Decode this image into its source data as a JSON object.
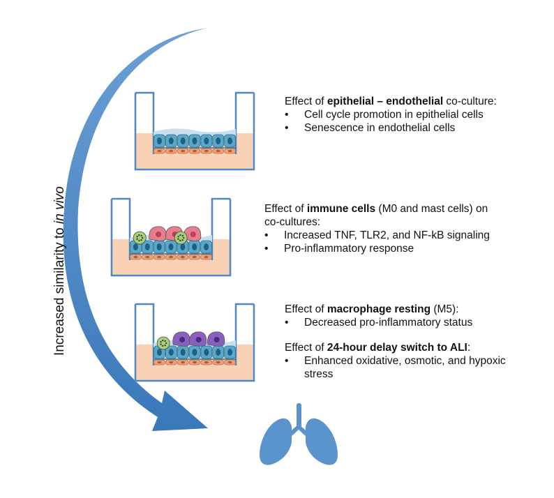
{
  "side_label": {
    "pre": "Increased similarity to ",
    "em": "in vivo"
  },
  "panels": [
    {
      "headings": [
        {
          "pre": "Effect of ",
          "bold": "epithelial – endothelial",
          "post": " co-culture:",
          "bullets": [
            "Cell cycle promotion in epithelial cells",
            "Senescence in endothelial cells"
          ]
        }
      ]
    },
    {
      "headings": [
        {
          "pre": "Effect of ",
          "bold": "immune cells",
          "post": " (M0 and mast cells) on",
          "line2": "co-cultures:",
          "bullets": [
            "Increased TNF, TLR2, and NF-kB signaling",
            "Pro-inflammatory response"
          ]
        }
      ]
    },
    {
      "headings": [
        {
          "pre": "Effect of ",
          "bold": "macrophage resting",
          "post": " (M5):",
          "bullets": [
            "Decreased pro-inflammatory status"
          ]
        },
        {
          "pre": "Effect of ",
          "bold": "24-hour delay switch to ALI",
          "post": ":",
          "bullets": [
            "Enhanced oxidative, osmotic, and hypoxic",
            "stress"
          ]
        }
      ]
    }
  ],
  "bullet_char": "•",
  "colors": {
    "arrow": "#3f7fc0",
    "medium": "#f9d2b5",
    "well": "#4f86c6",
    "epithelial": "#5aa7c8",
    "endothelial": "#e8a17a",
    "mucus": "#c9dff0",
    "immune_pink": "#e77e8e",
    "macrophage_purple": "#8b5fbf",
    "mast_green": "#a9cf7a",
    "lung": "#5b93cc"
  },
  "icons": [
    "curved-arrow-icon",
    "transwell-well-icon",
    "lungs-icon"
  ]
}
